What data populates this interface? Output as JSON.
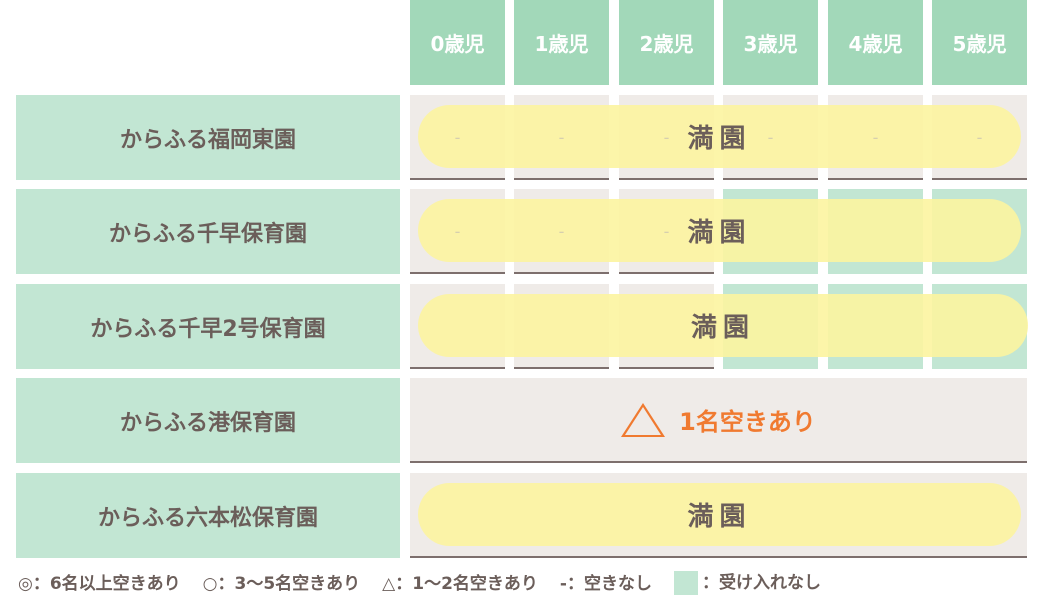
{
  "columns": [
    "0歳児",
    "1歳児",
    "2歳児",
    "3歳児",
    "4歳児",
    "5歳児"
  ],
  "rows": [
    {
      "name": "からふる福岡東園",
      "status": "満園",
      "cells": [
        "-",
        "-",
        "-",
        "-",
        "-",
        "-"
      ]
    },
    {
      "name": "からふる千早保育園",
      "status": "満園",
      "cells": [
        "-",
        "-",
        "-",
        "",
        "",
        ""
      ]
    },
    {
      "name": "からふる千早2号保育園",
      "status": "満園",
      "cells": [
        "",
        "",
        "",
        "",
        "",
        ""
      ]
    },
    {
      "name": "からふる港保育園",
      "status": "1名空きあり"
    },
    {
      "name": "からふる六本松保育園",
      "status": "満園"
    }
  ],
  "legend": [
    "◎：6名以上空きあり",
    "○：3〜5名空きあり",
    "△：1〜2名空きあり",
    "-：空きなし",
    "：受け入れなし"
  ],
  "colors": {
    "header": "#a2d8b9",
    "not_accepting": "#c2e6d3",
    "cell": "#efebe8",
    "pill": "#fcf4a0",
    "available": "#f07a30"
  }
}
